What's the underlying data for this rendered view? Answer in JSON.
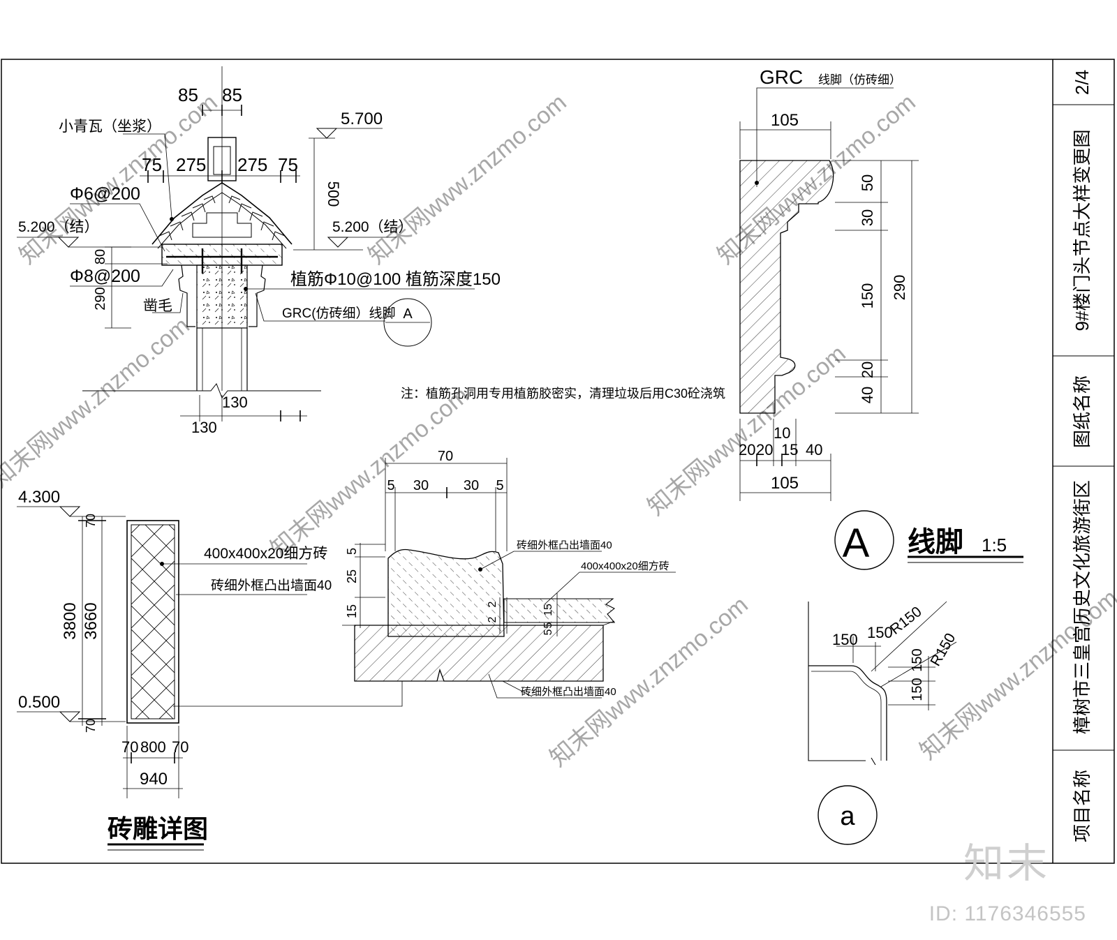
{
  "title_block": {
    "sheet_no": "2/4",
    "drawing_title": "9#楼门头节点大样变更图",
    "drawing_title_label": "图纸名称",
    "project_name": "樟树市三皇宫历史文化旅游街区",
    "project_name_label": "项目名称"
  },
  "roof_section": {
    "tile_label": "小青瓦（坐浆）",
    "dim_85_left": "85",
    "dim_85_right": "85",
    "dim_75_left": "75",
    "dim_275_left": "275",
    "dim_275_right": "275",
    "dim_75_right": "75",
    "elev_top": "5.700",
    "elev_left": "5.200（结）",
    "elev_right": "5.200（结）",
    "dim_500": "500",
    "rebar_phi6": "Φ6@200",
    "rebar_phi8": "Φ8@200",
    "dim_80": "80",
    "dim_290": "290",
    "chisel_label": "凿毛",
    "planting_bar_label": "植筋Φ10@100  植筋深度150",
    "grc_label": "GRC(仿砖细）线脚",
    "callout_letter": "A",
    "dim_130_a": "130",
    "dim_130_b": "130"
  },
  "note": "注：植筋孔洞用专用植筋胶密实，清理垃圾后用C30砼浇筑",
  "grc_profile": {
    "header": "GRC",
    "header_sub": "线脚（仿砖细）",
    "top_width": "105",
    "bottom_width": "105",
    "v_dims": [
      "50",
      "30",
      "150",
      "20",
      "40"
    ],
    "total_height": "290",
    "bottom_dims": [
      "20",
      "20",
      "10",
      "15",
      "40"
    ]
  },
  "section_a_title": {
    "letter": "A",
    "name": "线脚",
    "scale": "1:5"
  },
  "brick_elevation": {
    "elev_top": "4.300",
    "elev_bottom": "0.500",
    "dim_70_top": "70",
    "dim_3800": "3800",
    "dim_3660": "3660",
    "dim_70_bottom": "70",
    "tile_label": "400x400x20细方砖",
    "frame_label": "砖细外框凸出墙面40",
    "bottom_dims": [
      "70",
      "800",
      "70"
    ],
    "total_width": "940",
    "title": "砖雕详图"
  },
  "brick_section": {
    "dim_70": "70",
    "dims_top": [
      "5",
      "30",
      "30",
      "5"
    ],
    "v_dims_left": [
      "5",
      "25",
      "15"
    ],
    "label_frame_top": "砖细外框凸出墙面40",
    "label_tile": "400x400x20细方砖",
    "label_frame_bottom": "砖细外框凸出墙面40",
    "v_dims_small": [
      "2",
      "2"
    ],
    "v_dims_right": [
      "15",
      "5",
      "5"
    ]
  },
  "corner_detail": {
    "dim_150_a": "150",
    "dim_150_b": "150",
    "r150_a": "R150",
    "dim_150_c": "150",
    "r150_b": "R150",
    "dim_150_d": "150",
    "callout": "a"
  },
  "watermark": {
    "logo": "知末",
    "id": "ID: 1176346555"
  }
}
